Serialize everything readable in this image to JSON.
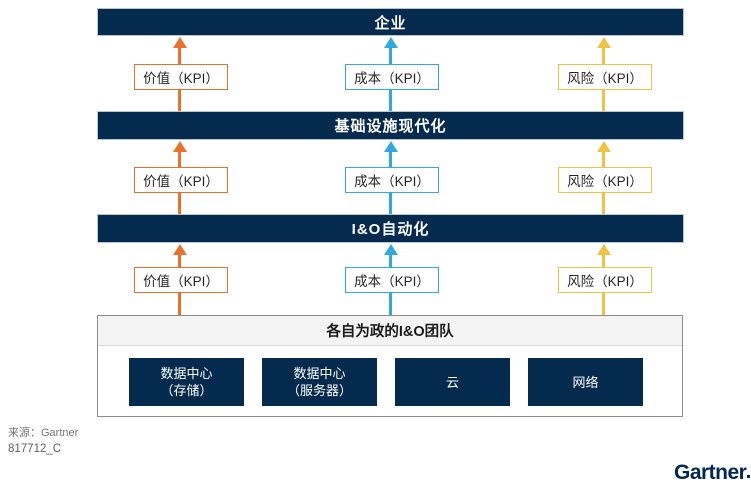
{
  "colors": {
    "navy": "#042A4E",
    "orange": "#E8722C",
    "blue": "#2FA9E0",
    "yellow": "#EFC243",
    "teams_header_bg": "#F4F4F4"
  },
  "levels": [
    {
      "id": "enterprise",
      "label": "企业"
    },
    {
      "id": "infrastructure",
      "label": "基础设施现代化"
    },
    {
      "id": "automation",
      "label": "I&O自动化"
    }
  ],
  "kpis": [
    {
      "id": "value",
      "label": "价值（KPI）",
      "color": "#E8722C"
    },
    {
      "id": "cost",
      "label": "成本（KPI）",
      "color": "#2FA9E0"
    },
    {
      "id": "risk",
      "label": "风险（KPI）",
      "color": "#EFC243"
    }
  ],
  "teams": {
    "title": "各自为政的I&O团队",
    "boxes": [
      {
        "lines": [
          "数据中心",
          "（存储）"
        ]
      },
      {
        "lines": [
          "数据中心",
          "（服务器）"
        ]
      },
      {
        "lines": [
          "云"
        ]
      },
      {
        "lines": [
          "网络"
        ]
      }
    ]
  },
  "footer": {
    "source": "来源：Gartner",
    "doc_id": "817712_C",
    "logo": "Gartner"
  }
}
